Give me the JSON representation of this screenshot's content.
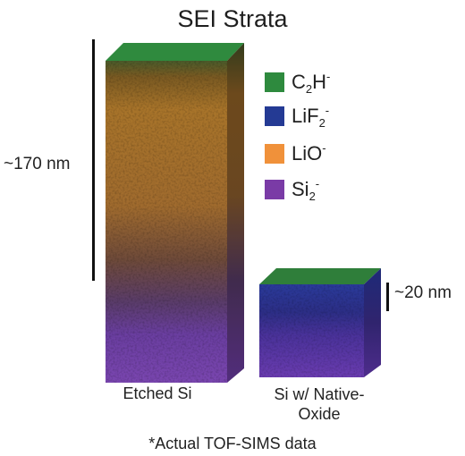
{
  "title": "SEI Strata",
  "legend": [
    {
      "base": "C",
      "sub": "2",
      "tail": "H",
      "sup": "-",
      "color": "#2e8a3e",
      "swatch_name": "c2h-swatch"
    },
    {
      "base": "LiF",
      "sub": "2",
      "tail": "",
      "sup": "-",
      "color": "#243a94",
      "swatch_name": "lif2-swatch"
    },
    {
      "base": "LiO",
      "sub": "",
      "tail": "",
      "sup": "-",
      "color": "#f0913a",
      "swatch_name": "lio-swatch"
    },
    {
      "base": "Si",
      "sub": "2",
      "tail": "",
      "sup": "-",
      "color": "#7a3ba6",
      "swatch_name": "si2-swatch"
    }
  ],
  "scale": {
    "tall": "~170 nm",
    "short": "~20 nm"
  },
  "captions": {
    "left": "Etched Si",
    "right_line1": "Si w/ Native-",
    "right_line2": "Oxide"
  },
  "footnote": "*Actual TOF-SIMS data"
}
